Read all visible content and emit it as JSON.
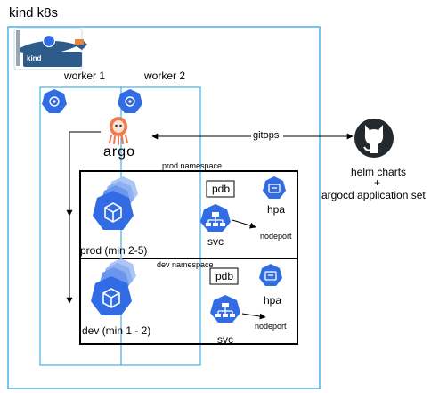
{
  "cluster": {
    "title": "kind k8s",
    "logo_text": "kind"
  },
  "workers": {
    "worker1": "worker 1",
    "worker2": "worker 2"
  },
  "argo": {
    "label": "argo"
  },
  "edge": {
    "gitops": "gitops"
  },
  "repo": {
    "line1": "helm charts",
    "plus": "+",
    "line2": "argocd application set"
  },
  "prod": {
    "namespace": "prod namespace",
    "pdb": "pdb",
    "hpa": "hpa",
    "svc": "svc",
    "nodeport": "nodeport",
    "deploy": "prod (min 2-5)"
  },
  "dev": {
    "namespace": "dev namespace",
    "pdb": "pdb",
    "hpa": "hpa",
    "svc": "svc",
    "nodeport": "nodeport",
    "deploy": "dev (min 1 - 2)"
  },
  "colors": {
    "k8s_blue": "#326ce5",
    "node_border": "#1ba1e2",
    "argo_orange": "#ef7b4d",
    "github": "#24292e",
    "kind_bg": "#2e5c8a"
  }
}
